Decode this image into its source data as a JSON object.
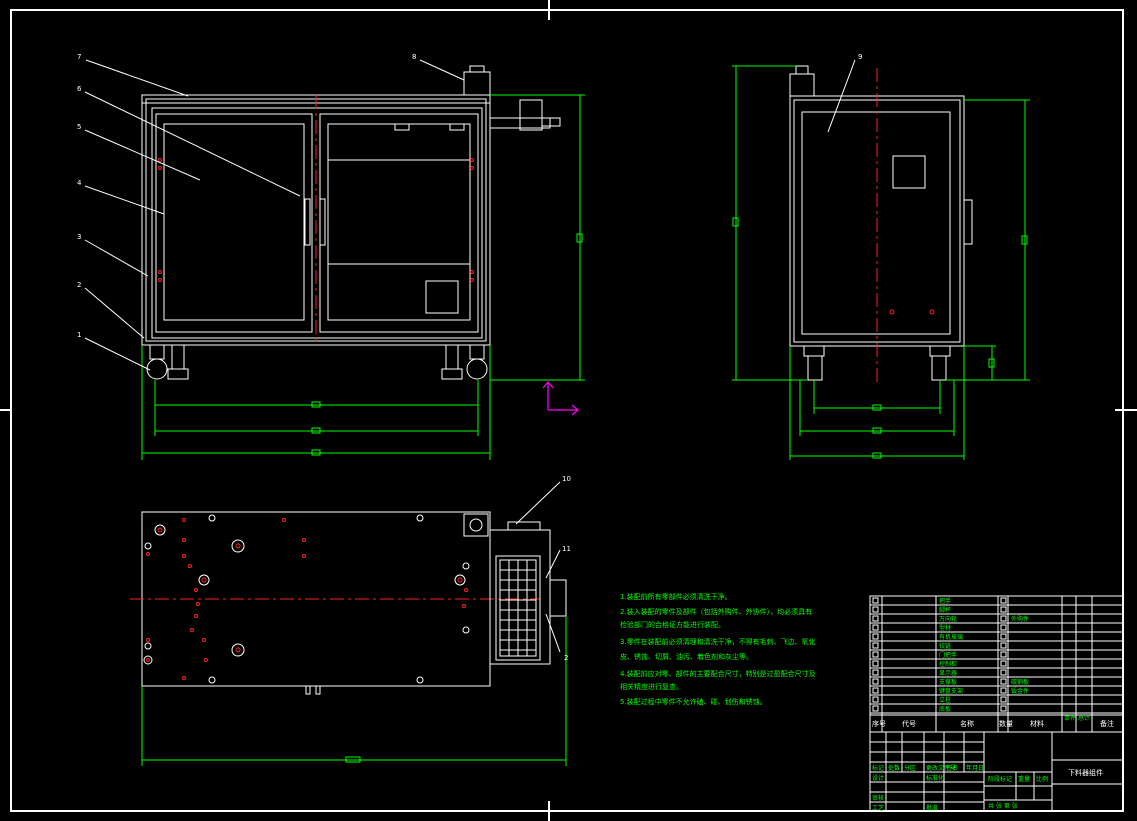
{
  "drawing": {
    "title": "下料器组件",
    "part_numbers": [
      "1",
      "2",
      "3",
      "4",
      "5",
      "6",
      "7",
      "8",
      "9",
      "10",
      "11",
      "2"
    ],
    "notes": [
      "1.装配前所有零部件必须清洗干净。",
      "2.装入装配的零件及部件（包括外购件、外协件），均必须具有",
      "检验部门的合格证方能进行装配。",
      "3.零件在装配前必须清理和清洗干净，不得有毛刺、飞边、氧化",
      "皮、锈蚀、切屑、油污、着色剂和灰尘等。",
      "4.装配前应对零、部件的主要配合尺寸，特别是过盈配合尺寸及",
      "相关精度进行复查。",
      "5.装配过程中零件不允许磕、碰、划伤和锈蚀。"
    ],
    "title_block": {
      "header": [
        "序号",
        "代号",
        "名称",
        "数量",
        "材料",
        "单件",
        "总计",
        "备注"
      ],
      "rows": [
        [
          "",
          "",
          "把手",
          "",
          "",
          "",
          ""
        ],
        [
          "",
          "",
          "脚杯",
          "",
          "",
          "",
          ""
        ],
        [
          "",
          "",
          "万向轮",
          "",
          "",
          "",
          "外购件"
        ],
        [
          "",
          "",
          "型材",
          "",
          "",
          "",
          ""
        ],
        [
          "",
          "",
          "有机玻璃",
          "",
          "",
          "",
          ""
        ],
        [
          "",
          "",
          "铰链",
          "",
          "",
          "",
          ""
        ],
        [
          "",
          "",
          "门把手",
          "",
          "",
          "",
          ""
        ],
        [
          "",
          "",
          "控制柜",
          "",
          "",
          "",
          ""
        ],
        [
          "",
          "",
          "显示器",
          "",
          "",
          "",
          ""
        ],
        [
          "",
          "",
          "支撑板",
          "",
          "",
          "",
          "碳钢板"
        ],
        [
          "",
          "",
          "键盘支架",
          "",
          "",
          "",
          "钣金件"
        ],
        [
          "",
          "",
          "立柱",
          "",
          "",
          "",
          ""
        ],
        [
          "",
          "",
          "底板",
          "",
          "",
          "",
          ""
        ]
      ],
      "left_cells": [
        "标记",
        "处数",
        "分区",
        "更改文件号",
        "签名",
        "年月日",
        "设计",
        "标准化",
        "审核",
        "工艺",
        "批准"
      ],
      "right_cells": [
        "阶段标记",
        "重量",
        "比例",
        "共 张 第 张"
      ]
    }
  }
}
